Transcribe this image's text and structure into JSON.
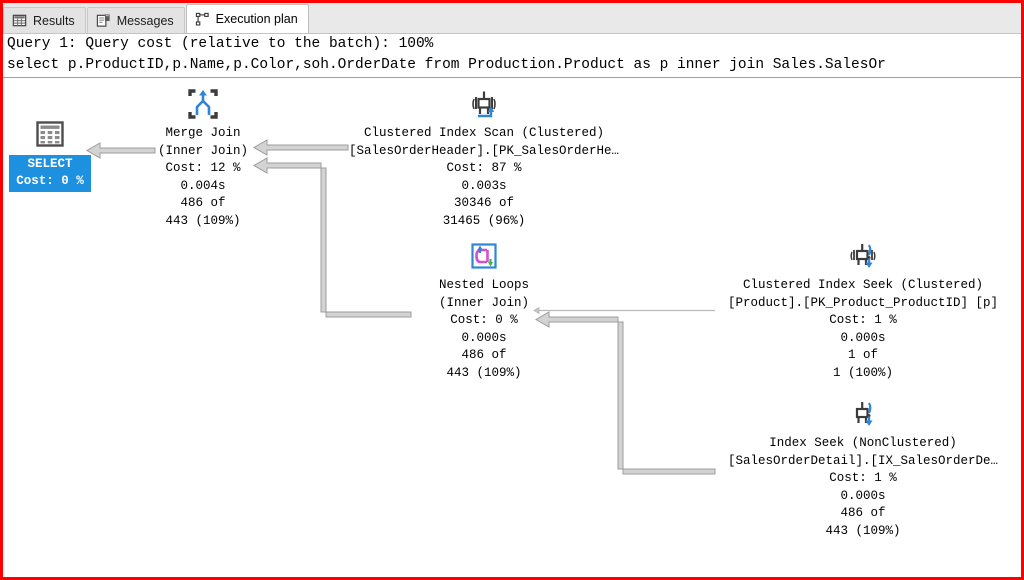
{
  "window": {
    "border_color": "#fe0000",
    "background": "#ffffff"
  },
  "tabs": [
    {
      "label": "Results",
      "icon": "grid-icon",
      "active": false
    },
    {
      "label": "Messages",
      "icon": "document-icon",
      "active": false
    },
    {
      "label": "Execution plan",
      "icon": "plan-node-icon",
      "active": true
    }
  ],
  "query_header": {
    "cost_line": "Query 1: Query cost (relative to the batch): 100%",
    "sql_line": "select p.ProductID,p.Name,p.Color,soh.OrderDate from Production.Product as p inner join Sales.SalesOr"
  },
  "plan": {
    "accent_selected": "#1e90e0",
    "wire_color": "#b4b4b4",
    "nodes": [
      {
        "id": "select",
        "icon": "select-result-icon",
        "selected": true,
        "title": "SELECT",
        "cost": "Cost: 0 %",
        "lines": []
      },
      {
        "id": "merge-join",
        "icon": "merge-join-icon",
        "selected": false,
        "title": "Merge Join",
        "subtitle": "(Inner Join)",
        "cost": "Cost: 12 %",
        "lines": [
          "0.004s",
          "486 of",
          "443 (109%)"
        ]
      },
      {
        "id": "clustered-index-scan",
        "icon": "clustered-index-scan-icon",
        "selected": false,
        "title": "Clustered Index Scan (Clustered)",
        "subtitle": "[SalesOrderHeader].[PK_SalesOrderHe…",
        "cost": "Cost: 87 %",
        "lines": [
          "0.003s",
          "30346 of",
          "31465 (96%)"
        ]
      },
      {
        "id": "nested-loops",
        "icon": "nested-loops-icon",
        "selected": false,
        "title": "Nested Loops",
        "subtitle": "(Inner Join)",
        "cost": "Cost: 0 %",
        "lines": [
          "0.000s",
          "486 of",
          "443 (109%)"
        ]
      },
      {
        "id": "clustered-index-seek",
        "icon": "clustered-index-seek-icon",
        "selected": false,
        "title": "Clustered Index Seek (Clustered)",
        "subtitle": "[Product].[PK_Product_ProductID] [p]",
        "cost": "Cost: 1 %",
        "lines": [
          "0.000s",
          "1 of",
          "1 (100%)"
        ]
      },
      {
        "id": "index-seek",
        "icon": "index-seek-icon",
        "selected": false,
        "title": "Index Seek (NonClustered)",
        "subtitle": "[SalesOrderDetail].[IX_SalesOrderDe…",
        "cost": "Cost: 1 %",
        "lines": [
          "0.000s",
          "486 of",
          "443 (109%)"
        ]
      }
    ]
  }
}
